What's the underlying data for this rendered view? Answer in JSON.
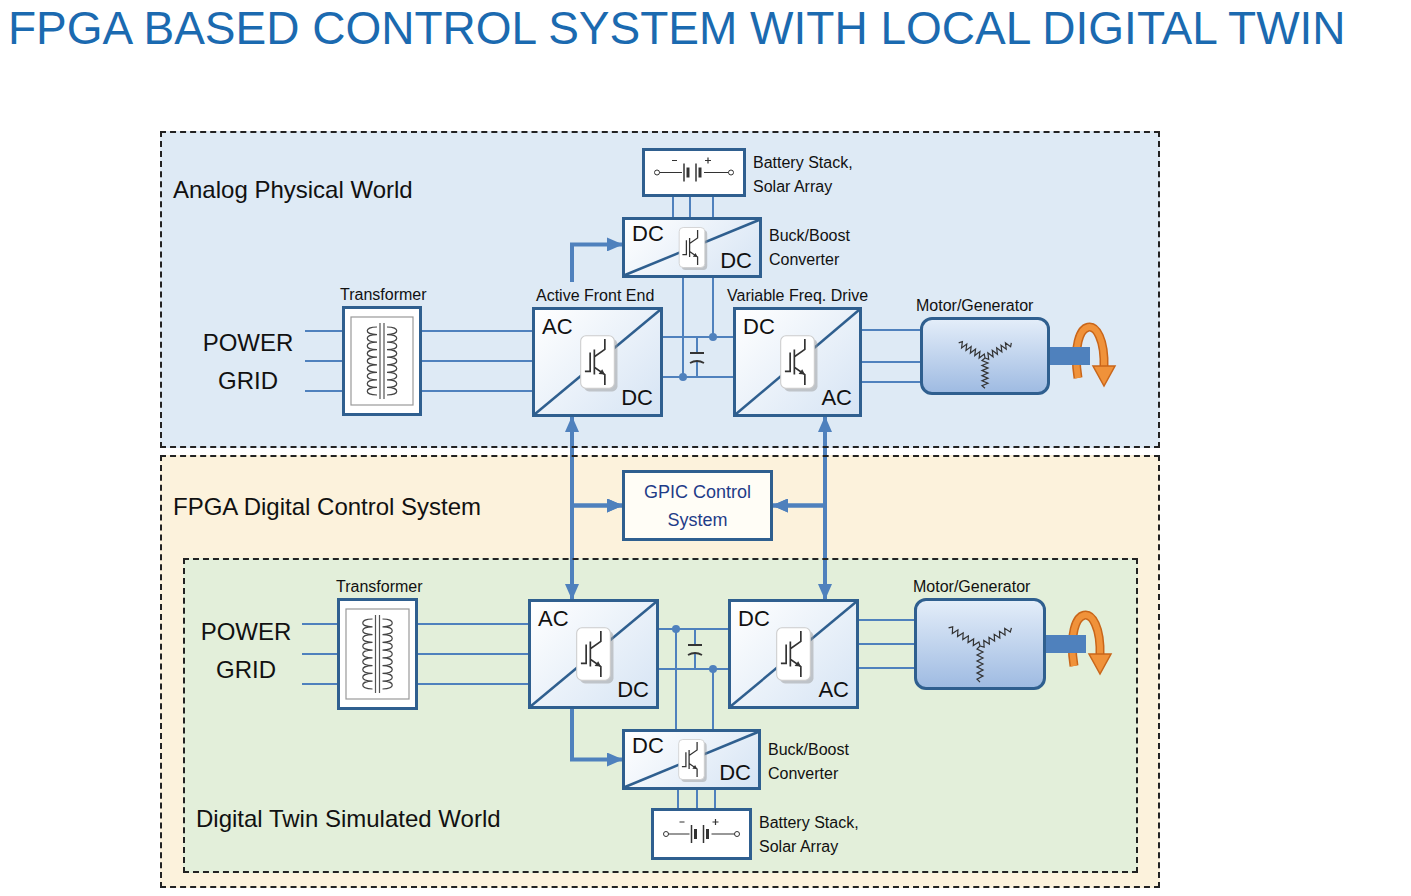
{
  "diagram": {
    "title": "FPGA BASED CONTROL SYSTEM WITH LOCAL DIGITAL TWIN",
    "nodes": [
      {
        "text": [
          "Analog Physical World"
        ]
      },
      {
        "text": [
          "Battery Stack, Solar Array"
        ],
        "in": 0
      },
      {
        "text": [
          "DC",
          "DC",
          "Buck/Boost Converter"
        ],
        "in": 0
      },
      {
        "text": [
          "Transformer"
        ],
        "in": 0
      },
      {
        "text": [
          "Active Front End",
          "AC",
          "DC"
        ],
        "in": 0
      },
      {
        "text": [
          "Variable Freq. Drive",
          "DC",
          "AC"
        ],
        "in": 0
      },
      {
        "text": [
          "Motor/Generator"
        ],
        "in": 0
      },
      {
        "text": [
          "FPGA Digital Control System"
        ]
      },
      {
        "text": [
          "GPIC Control System"
        ],
        "in": 7
      },
      {
        "text": [
          "Digital Twin Simulated World"
        ],
        "in": 7
      },
      {
        "text": [
          "Transformer"
        ],
        "in": 9
      },
      {
        "text": [
          "AC",
          "DC"
        ],
        "in": 9
      },
      {
        "text": [
          "DC",
          "AC"
        ],
        "in": 9
      },
      {
        "text": [
          "Motor/Generator"
        ],
        "in": 9
      },
      {
        "text": [
          "DC",
          "DC",
          "Buck/Boost Converter"
        ],
        "in": 9
      },
      {
        "text": [
          "Battery Stack, Solar Array"
        ],
        "in": 9
      }
    ],
    "edges": [
      {
        "from": 3,
        "to": 4,
        "arrow": "none"
      },
      {
        "from": 1,
        "to": 2,
        "arrow": "none"
      },
      {
        "from": 2,
        "to": 4,
        "arrow": "none"
      },
      {
        "from": 2,
        "to": 5,
        "arrow": "none"
      },
      {
        "from": 4,
        "to": 5,
        "arrow": "none"
      },
      {
        "from": 5,
        "to": 6,
        "arrow": "none"
      },
      {
        "from": 4,
        "to": 2,
        "arrow": "to"
      },
      {
        "from": 4,
        "to": 11,
        "arrow": "both"
      },
      {
        "from": 4,
        "to": 8,
        "arrow": "to"
      },
      {
        "from": 11,
        "to": 8,
        "arrow": "to"
      },
      {
        "from": 5,
        "to": 12,
        "arrow": "both"
      },
      {
        "from": 5,
        "to": 8,
        "arrow": "to"
      },
      {
        "from": 12,
        "to": 8,
        "arrow": "to"
      },
      {
        "from": 10,
        "to": 11,
        "arrow": "none"
      },
      {
        "from": 11,
        "to": 12,
        "arrow": "none"
      },
      {
        "from": 12,
        "to": 13,
        "arrow": "none"
      },
      {
        "from": 15,
        "to": 14,
        "arrow": "none"
      },
      {
        "from": 14,
        "to": 11,
        "arrow": "none"
      },
      {
        "from": 14,
        "to": 12,
        "arrow": "none"
      },
      {
        "from": 11,
        "to": 14,
        "arrow": "to"
      }
    ],
    "labels": [
      "POWER GRID",
      "POWER GRID"
    ]
  }
}
